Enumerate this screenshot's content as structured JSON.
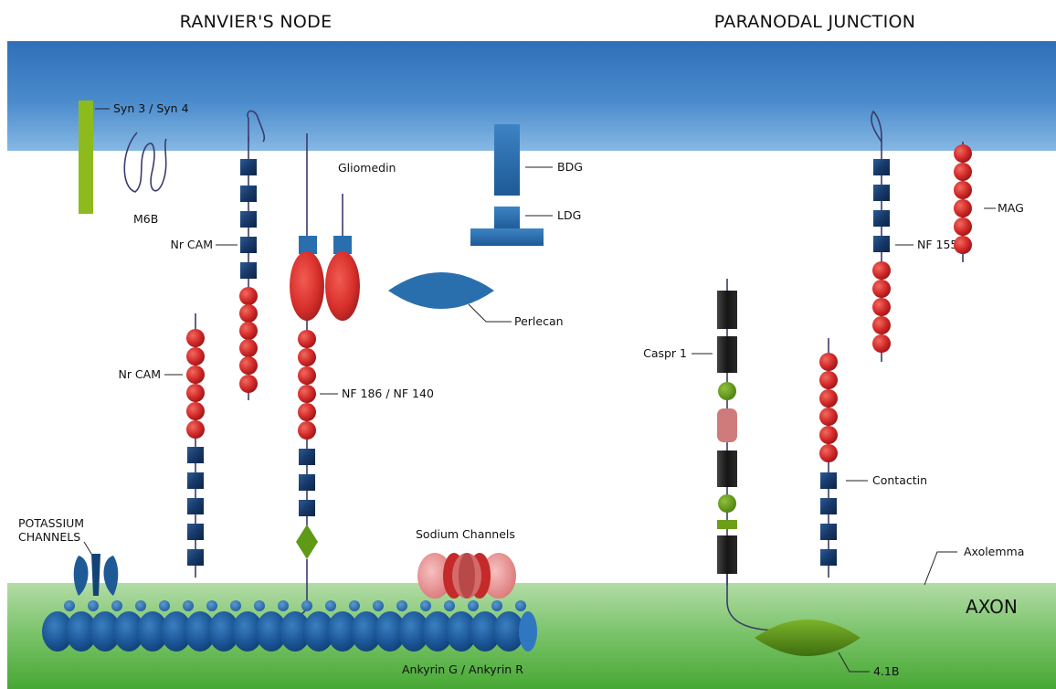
{
  "headings": {
    "left": "RANVIER'S NODE",
    "right": "PARANODAL JUNCTION"
  },
  "regions": {
    "axon": "AXON",
    "axolemma": "Axolemma"
  },
  "labels": {
    "syn": "Syn 3 / Syn 4",
    "m6b": "M6B",
    "nrcam_top": "Nr CAM",
    "nrcam_left": "Nr CAM",
    "gliomedin": "Gliomedin",
    "bdg": "BDG",
    "ldg": "LDG",
    "perlecan": "Perlecan",
    "nf186": "NF 186 / NF 140",
    "potassium": [
      "POTASSIUM",
      "CHANNELS"
    ],
    "sodium": "Sodium Channels",
    "ankyrin": "Ankyrin G / Ankyrin R",
    "caspr": "Caspr 1",
    "nf155": "NF 155",
    "mag": "MAG",
    "contactin": "Contactin",
    "band41b": "4.1B"
  },
  "colors": {
    "sky_top": "#2f6fb8",
    "sky_bottom": "#7fb2e2",
    "axon_top": "#a9d69a",
    "axon_bottom": "#4bab37",
    "red_domain": "#d42a2a",
    "navy_square": "#1a3f72",
    "green_bar": "#8dbb1e",
    "green_domain": "#5f9a16",
    "black_block": "#1a1a1a",
    "pink_block": "#cf7b7b",
    "blue_protein": "#2a6fad",
    "ankyrin_blue": "#1e5f9f"
  }
}
